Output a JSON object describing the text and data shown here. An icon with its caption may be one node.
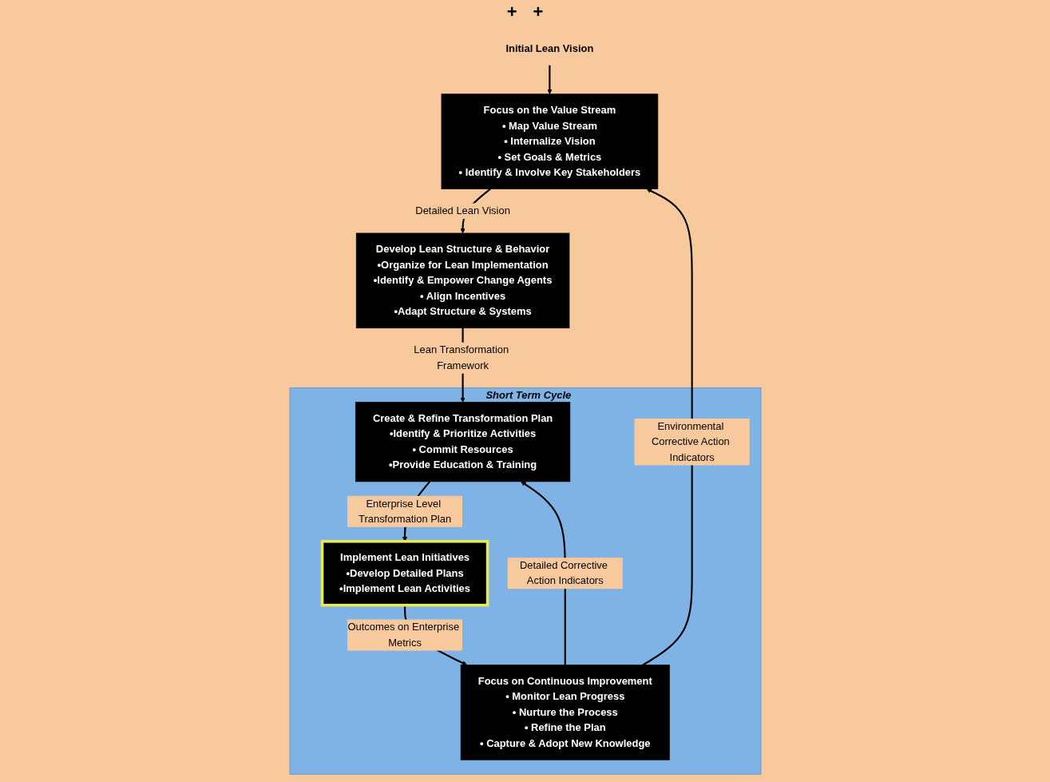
{
  "diagram": {
    "nodes": [
      {
        "text": [
          "Initial Lean Vision"
        ]
      },
      {
        "text": [
          "Focus on the Value Stream",
          "• Map Value Stream",
          "• Internalize Vision",
          "• Set Goals & Metrics",
          "• Identify & Involve Key Stakeholders"
        ]
      },
      {
        "text": [
          "Develop Lean Structure & Behavior",
          "•Organize for Lean Implementation",
          "•Identify & Empower Change Agents",
          "• Align Incentives",
          "•Adapt Structure & Systems"
        ]
      },
      {
        "text": [
          "Short Term Cycle"
        ]
      },
      {
        "text": [
          "Create & Refine Transformation Plan",
          "•Identify & Prioritize Activities",
          "• Commit Resources",
          "•Provide Education & Training"
        ],
        "in": 3
      },
      {
        "text": [
          "Implement Lean Initiatives",
          "•Develop Detailed Plans",
          "•Implement Lean Activities"
        ],
        "in": 3
      },
      {
        "text": [
          "Focus on Continuous Improvement",
          "• Monitor Lean Progress",
          "• Nurture the Process",
          "• Refine the Plan",
          "• Capture & Adopt New Knowledge"
        ],
        "in": 3
      }
    ],
    "edges": [
      {
        "from": 0,
        "to": 1,
        "arrow": "to"
      },
      {
        "from": 1,
        "to": 2,
        "label": "Detailed Lean Vision",
        "arrow": "to"
      },
      {
        "from": 2,
        "to": 4,
        "label": "Lean Transformation Framework",
        "arrow": "to"
      },
      {
        "from": 4,
        "to": 5,
        "label": "Enterprise Level Transformation Plan",
        "arrow": "to"
      },
      {
        "from": 5,
        "to": 6,
        "label": "Outcomes on Enterprise Metrics",
        "arrow": "to"
      },
      {
        "from": 6,
        "to": 1,
        "label": "Environmental Corrective Action Indicators",
        "arrow": "to"
      },
      {
        "from": 6,
        "to": 4,
        "label": "Detailed Corrective Action Indicators",
        "arrow": "to"
      }
    ],
    "labels": [
      "+",
      "+"
    ]
  }
}
